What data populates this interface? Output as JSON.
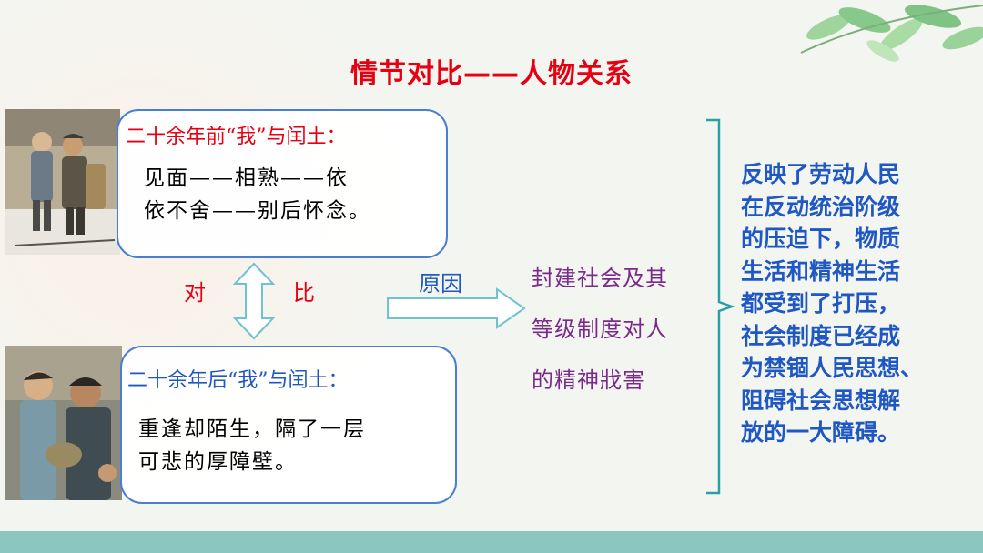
{
  "title": "情节对比——人物关系",
  "top_box": {
    "heading": "二十余年前“我”与闰土：",
    "lines": [
      "见面——相熟——依",
      "依不舍——别后怀念。"
    ]
  },
  "bottom_box": {
    "heading": "二十余年后“我”与闰土：",
    "lines": [
      "重逢却陌生，隔了一层",
      "可悲的厚障壁。"
    ]
  },
  "contrast": {
    "left": "对",
    "right": "比"
  },
  "reason_label": "原因",
  "cause_lines": [
    "封建社会及其",
    "等级制度对人",
    "的精神戕害"
  ],
  "conclusion_lines": [
    "反映了劳动人民",
    "在反动统治阶级",
    "的压迫下，物质",
    "生活和精神生活",
    "都受到了打压，",
    "社会制度已经成",
    "为禁锢人民思想、",
    "阻碍社会思想解",
    "放的一大障碍。"
  ],
  "colors": {
    "title_red": "#e60012",
    "heading_blue": "#1f57c3",
    "cause_purple": "#7b2a8c",
    "arrow_teal": "#7ecbd6",
    "bottom_bar": "#8cc6c0"
  }
}
